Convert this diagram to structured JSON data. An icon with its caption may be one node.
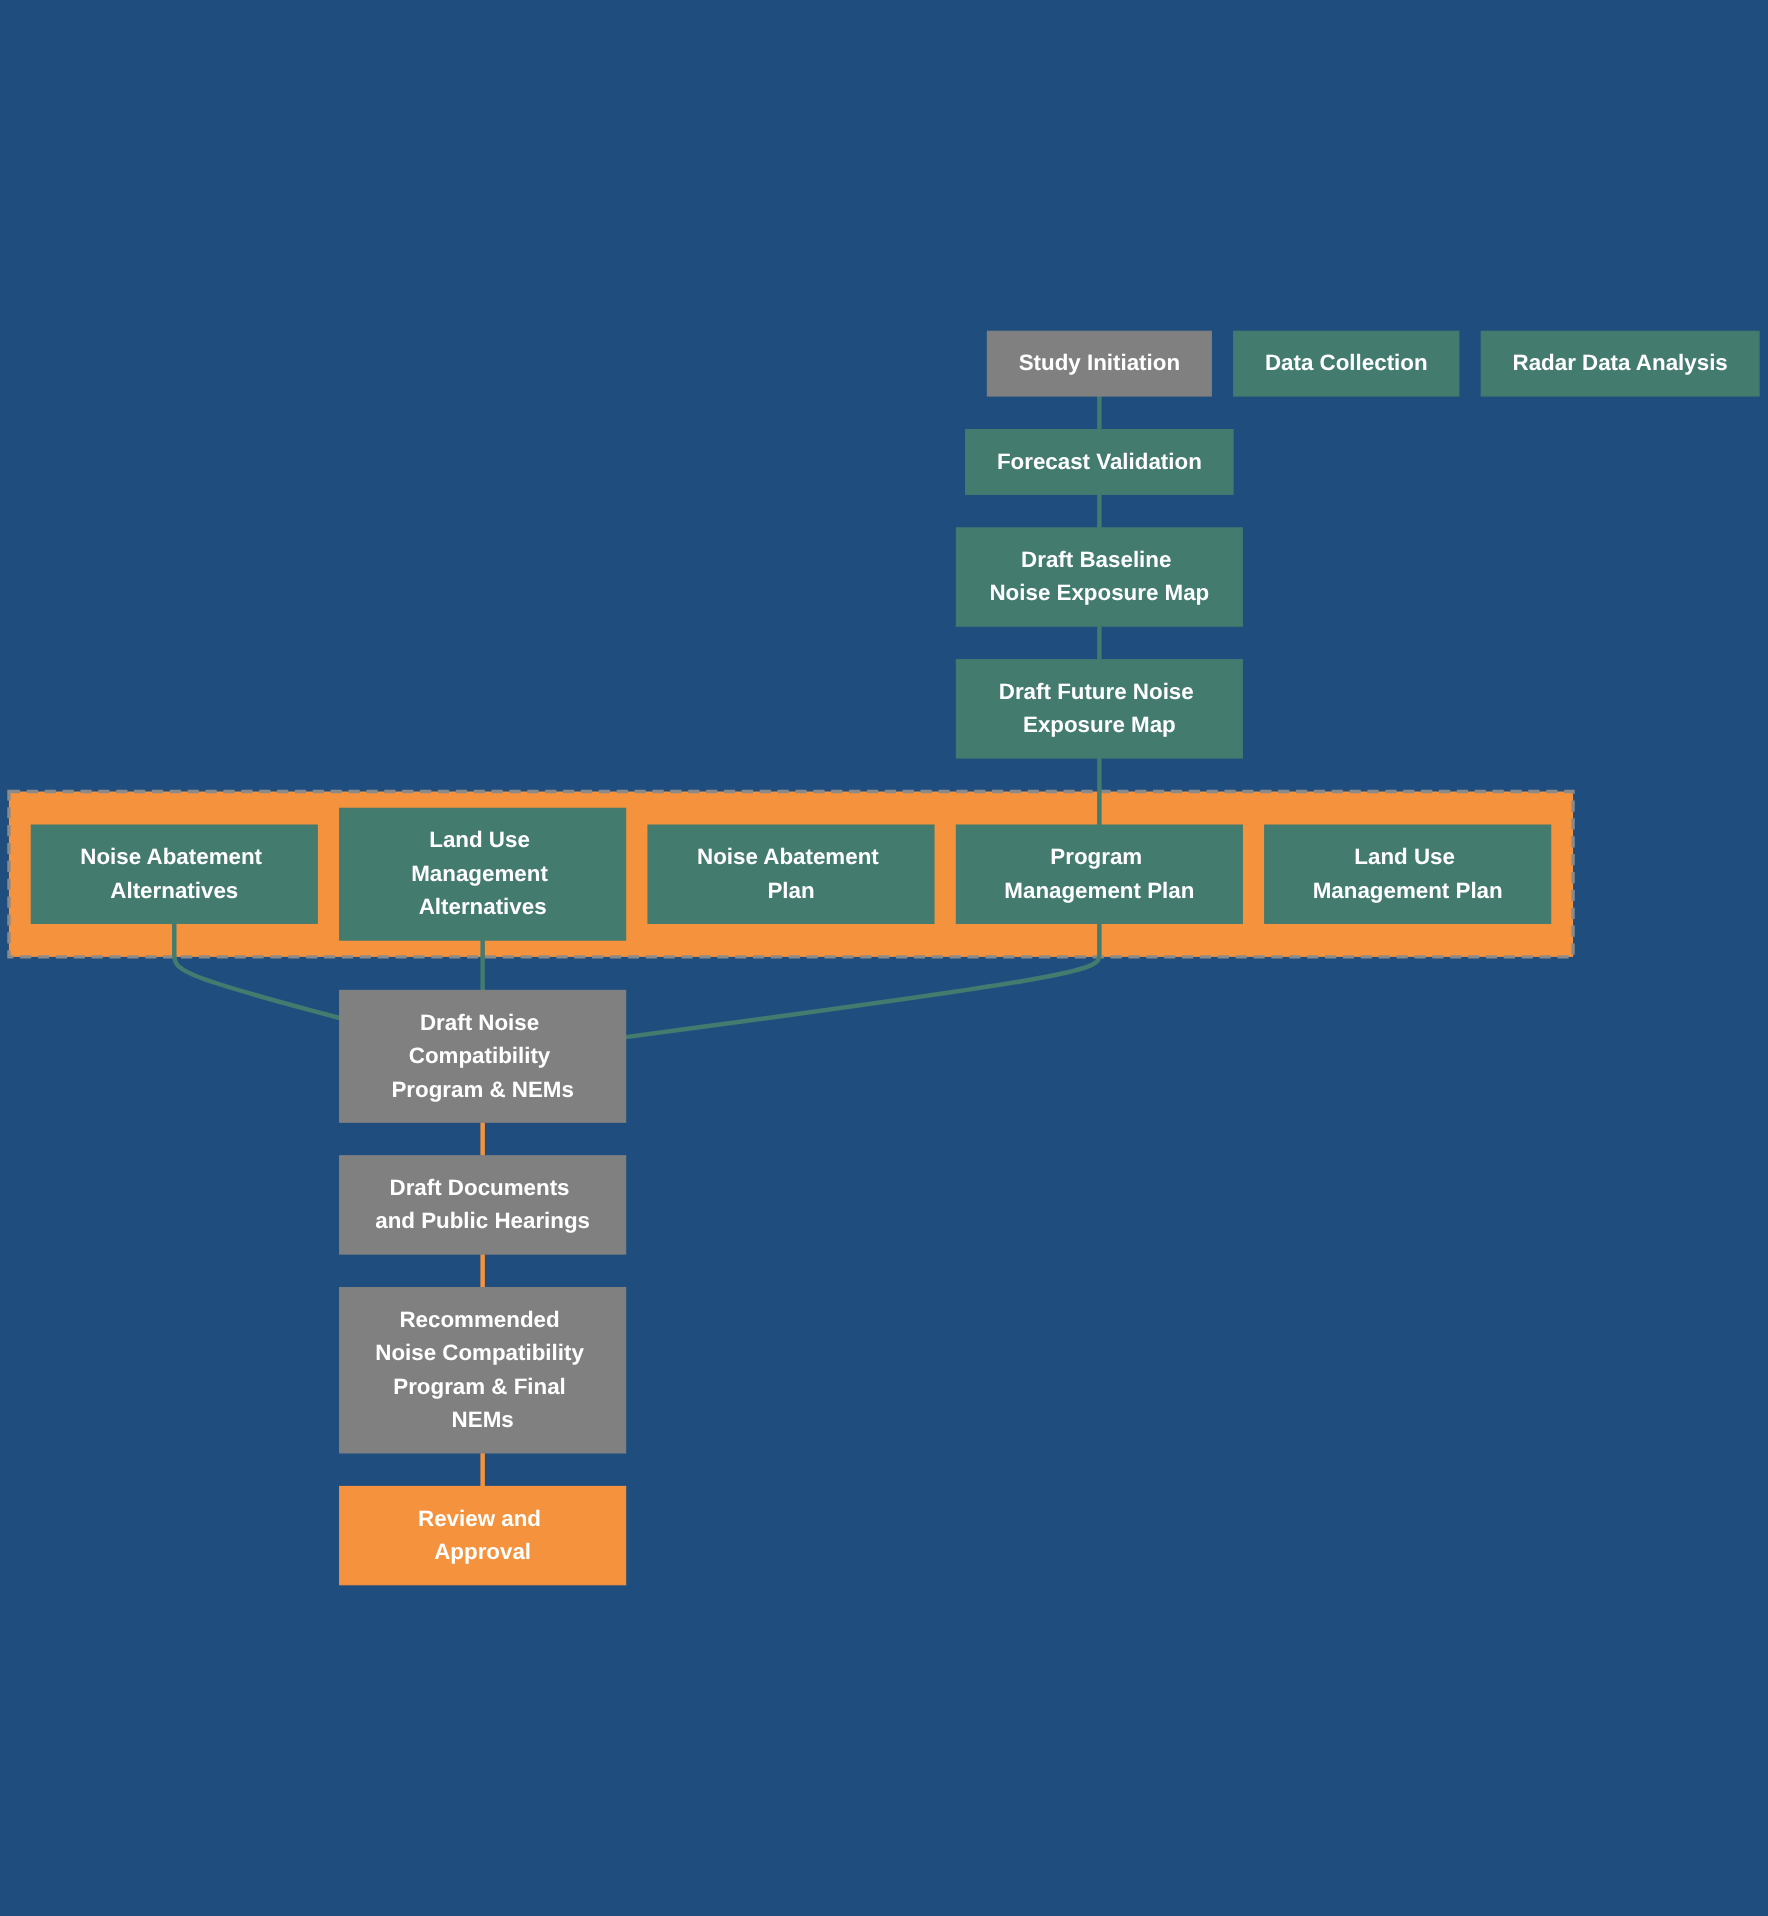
{
  "diagram": {
    "nodes": [
      {
        "text": [
          "Study Initiation"
        ]
      },
      {
        "text": [
          "Data Collection"
        ]
      },
      {
        "text": [
          "Forecast Validation"
        ]
      },
      {
        "text": [
          "Radar Data Analysis"
        ]
      },
      {
        "text": [
          "Draft Baseline Noise Exposure Map"
        ]
      },
      {
        "text": [
          "Draft Future Noise Exposure Map"
        ]
      },
      {
        "text": [],
        "shape": "box"
      },
      {
        "text": [
          "Noise Abatement Alternatives"
        ],
        "in": 6
      },
      {
        "text": [
          "Land Use Management Alternatives"
        ],
        "in": 6
      },
      {
        "text": [
          "Noise Abatement Plan"
        ],
        "in": 6
      },
      {
        "text": [
          "Program Management Plan"
        ],
        "in": 6
      },
      {
        "text": [
          "Land Use Management Plan"
        ],
        "in": 6
      },
      {
        "text": [
          "Draft Noise Compatibility Program & NEMs"
        ]
      },
      {
        "text": [
          "Draft Documents and Public Hearings"
        ]
      },
      {
        "text": [
          "Recommended Noise Compatibility Program & Final NEMs"
        ]
      },
      {
        "text": [
          "Review and Approval"
        ]
      }
    ],
    "edges": [
      {
        "from": 0,
        "to": 2,
        "arrow": "none"
      },
      {
        "from": 2,
        "to": 4,
        "arrow": "none"
      },
      {
        "from": 4,
        "to": 5,
        "arrow": "none"
      },
      {
        "from": 5,
        "to": 10,
        "arrow": "none"
      },
      {
        "from": 7,
        "to": 12,
        "arrow": "none"
      },
      {
        "from": 8,
        "to": 12,
        "arrow": "none"
      },
      {
        "from": 10,
        "to": 12,
        "arrow": "none"
      },
      {
        "from": 12,
        "to": 13,
        "arrow": "none",
        "color": "#f5923e"
      },
      {
        "from": 13,
        "to": 14,
        "arrow": "none",
        "color": "#f5923e"
      },
      {
        "from": 14,
        "to": 15,
        "arrow": "none",
        "color": "#f5923e"
      }
    ]
  }
}
